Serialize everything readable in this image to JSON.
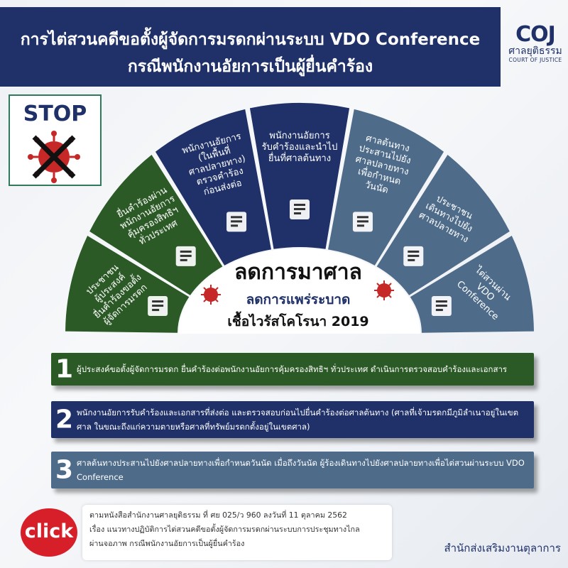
{
  "header": {
    "title_line1": "การไต่สวนคดีขอตั้งผู้จัดการมรดกผ่านระบบ VDO Conference",
    "title_line2": "กรณีพนักงานอัยการเป็นผู้ยื่นคำร้อง",
    "logo_mark": "COJ",
    "logo_thai": "ศาลยุติธรรม",
    "logo_english": "COURT OF JUSTICE"
  },
  "stop_badge": {
    "label": "STOP",
    "icon": "crossed-virus-icon"
  },
  "colors": {
    "navy": "#1f3168",
    "green": "#2c5a26",
    "steel": "#4e6c8a",
    "red": "#d71f2a"
  },
  "fan": {
    "segments": [
      {
        "lines": [
          "ประชาชน",
          "ผู้ประสงค์",
          "ยื่นคำร้องขอตั้ง",
          "ผู้จัดการมรดก"
        ],
        "icon": "document-icon",
        "color": "#2c5a26"
      },
      {
        "lines": [
          "ยื่นคำร้องผ่าน",
          "พนักงานอัยการ",
          "คุ้มครองสิทธิฯ",
          "ทั่วประเทศ"
        ],
        "icon": "lawyer-icon",
        "color": "#2c5a26"
      },
      {
        "lines": [
          "พนักงานอัยการ",
          "(ในพื้นที่",
          "ศาลปลายทาง)",
          "ตรวจคำร้อง",
          "ก่อนส่งต่อ"
        ],
        "icon": "document-check-icon",
        "color": "#1f3168"
      },
      {
        "lines": [
          "พนักงานอัยการ",
          "รับคำร้องและนำไป",
          "ยื่นที่ศาลต้นทาง"
        ],
        "icon": "courthouse-icon",
        "color": "#1f3168"
      },
      {
        "lines": [
          "ศาลต้นทาง",
          "ประสานไปยัง",
          "ศาลปลายทาง",
          "เพื่อกำหนด",
          "วันนัด"
        ],
        "icon": "gavel-document-icon",
        "color": "#4e6c8a"
      },
      {
        "lines": [
          "ประชาชน",
          "เดินทางไปยัง",
          "ศาลปลายทาง"
        ],
        "icon": "court-hearing-icon",
        "color": "#4e6c8a"
      },
      {
        "lines": [
          "ไต่สวนผ่าน",
          "VDO",
          "Conference"
        ],
        "icon": "video-call-icon",
        "color": "#4e6c8a"
      }
    ],
    "center_title": "ลดการมาศาล",
    "center_line2": "ลดการแพร่ระบาด",
    "center_line3": "เชื้อไวรัสโคโรนา 2019"
  },
  "steps": [
    {
      "number": "1",
      "text": "ผู้ประสงค์ขอตั้งผู้จัดการมรดก ยื่นคำร้องต่อพนักงานอัยการคุ้มครองสิทธิฯ ทั่วประเทศ ดำเนินการตรวจสอบคำร้องและเอกสาร"
    },
    {
      "number": "2",
      "text": "พนักงานอัยการรับคำร้องและเอกสารที่ส่งต่อ และตรวจสอบก่อนไปยื่นคำร้องต่อศาลต้นทาง (ศาลที่เจ้ามรดกมีภูมิลำเนาอยู่ในเขตศาล ในขณะถึงแก่ความตายหรือศาลที่ทรัพย์มรดกตั้งอยู่ในเขตศาล)"
    },
    {
      "number": "3",
      "text": "ศาลต้นทางประสานไปยังศาลปลายทางเพื่อกำหนดวันนัด เมื่อถึงวันนัด ผู้ร้องเดินทางไปยังศาลปลายทางเพื่อไต่สวนผ่านระบบ VDO Conference"
    }
  ],
  "footer": {
    "click_label": "click",
    "note_line1": "ตามหนังสือสำนักงานศาลยุติธรรม ที่ ศย 025/ว 960 ลงวันที่ 11 ตุลาคม 2562",
    "note_line2": "เรื่อง แนวทางปฏิบัติการไต่สวนคดีขอตั้งผู้จัดการมรดกผ่านระบบการประชุมทางไกล",
    "note_line3": "ผ่านจอภาพ กรณีพนักงานอัยการเป็นผู้ยื่นคำร้อง",
    "office": "สำนักส่งเสริมงานตุลาการ"
  }
}
